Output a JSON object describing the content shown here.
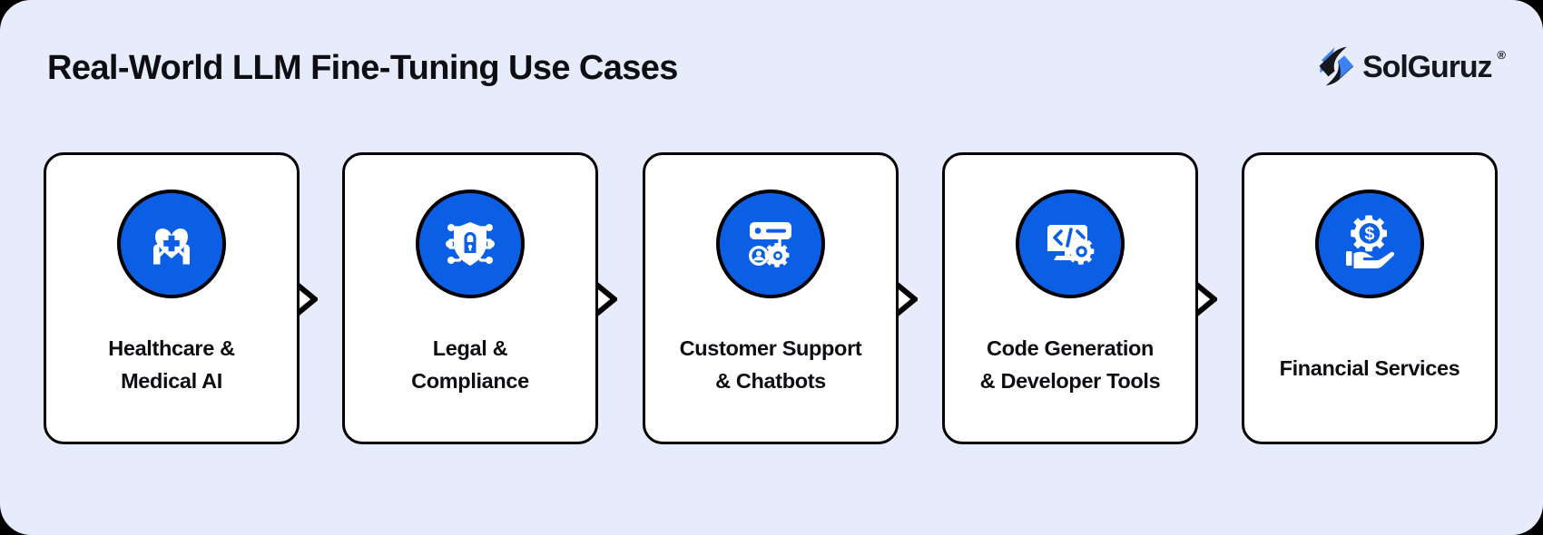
{
  "header": {
    "title": "Real-World LLM Fine-Tuning Use Cases",
    "logo": {
      "wordmark": "SolGuruz",
      "registered": "®",
      "mark_name": "solguruz-chevron-mark"
    }
  },
  "colors": {
    "background": "#e7ecfd",
    "card_fill": "#ffffff",
    "stroke": "#000000",
    "icon_circle": "#0b5fe5",
    "logo_blue": "#3b82f6",
    "logo_dark": "#16161d",
    "title_text": "#0d0d12"
  },
  "flow": {
    "connector_icon": "chevron-right-arrow",
    "steps": [
      {
        "id": "healthcare",
        "icon": "heart-hands-medical-cross-icon",
        "lines": [
          "Healthcare &",
          "Medical AI"
        ],
        "label": "Healthcare & Medical AI"
      },
      {
        "id": "legal",
        "icon": "shield-lock-circuit-icon",
        "lines": [
          "Legal &",
          "Compliance"
        ],
        "label": "Legal & Compliance"
      },
      {
        "id": "customer-support",
        "icon": "chat-panel-user-gear-icon",
        "lines": [
          "Customer Support",
          "& Chatbots"
        ],
        "label": "Customer Support & Chatbots"
      },
      {
        "id": "code-generation",
        "icon": "monitor-code-gear-icon",
        "lines": [
          "Code Generation",
          "& Developer Tools"
        ],
        "label": "Code Generation & Developer Tools"
      },
      {
        "id": "financial-services",
        "icon": "hand-dollar-gear-icon",
        "lines": [
          "Financial Services"
        ],
        "label": "Financial Services"
      }
    ]
  }
}
